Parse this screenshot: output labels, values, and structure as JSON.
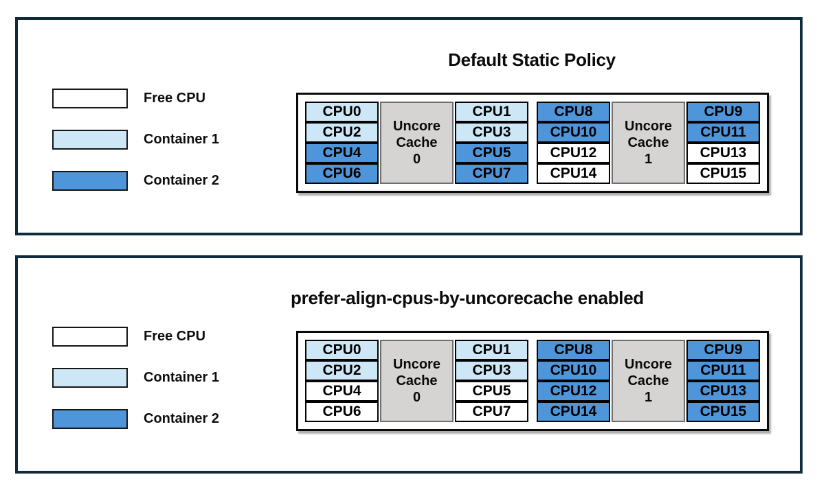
{
  "colors": {
    "free": "#ffffff",
    "container1": "#cee7f6",
    "container2": "#4f95da",
    "uncore": "#d6d3d3",
    "panel_border": "#0f2a3a",
    "cell_border": "#030303"
  },
  "legend": {
    "items": [
      {
        "label": "Free CPU",
        "state": "free"
      },
      {
        "label": "Container 1",
        "state": "container1"
      },
      {
        "label": "Container 2",
        "state": "container2"
      }
    ]
  },
  "panels": [
    {
      "title": "Default Static Policy",
      "groups": [
        {
          "uncore_lines": [
            "Uncore",
            "Cache",
            "0"
          ],
          "left": [
            {
              "label": "CPU0",
              "state": "container1"
            },
            {
              "label": "CPU2",
              "state": "container1"
            },
            {
              "label": "CPU4",
              "state": "container2"
            },
            {
              "label": "CPU6",
              "state": "container2"
            }
          ],
          "right": [
            {
              "label": "CPU1",
              "state": "container1"
            },
            {
              "label": "CPU3",
              "state": "container1"
            },
            {
              "label": "CPU5",
              "state": "container2"
            },
            {
              "label": "CPU7",
              "state": "container2"
            }
          ]
        },
        {
          "uncore_lines": [
            "Uncore",
            "Cache",
            "1"
          ],
          "left": [
            {
              "label": "CPU8",
              "state": "container2"
            },
            {
              "label": "CPU10",
              "state": "container2"
            },
            {
              "label": "CPU12",
              "state": "free"
            },
            {
              "label": "CPU14",
              "state": "free"
            }
          ],
          "right": [
            {
              "label": "CPU9",
              "state": "container2"
            },
            {
              "label": "CPU11",
              "state": "container2"
            },
            {
              "label": "CPU13",
              "state": "free"
            },
            {
              "label": "CPU15",
              "state": "free"
            }
          ]
        }
      ]
    },
    {
      "title": "prefer-align-cpus-by-uncorecache enabled",
      "groups": [
        {
          "uncore_lines": [
            "Uncore",
            "Cache",
            "0"
          ],
          "left": [
            {
              "label": "CPU0",
              "state": "container1"
            },
            {
              "label": "CPU2",
              "state": "container1"
            },
            {
              "label": "CPU4",
              "state": "free"
            },
            {
              "label": "CPU6",
              "state": "free"
            }
          ],
          "right": [
            {
              "label": "CPU1",
              "state": "container1"
            },
            {
              "label": "CPU3",
              "state": "container1"
            },
            {
              "label": "CPU5",
              "state": "free"
            },
            {
              "label": "CPU7",
              "state": "free"
            }
          ]
        },
        {
          "uncore_lines": [
            "Uncore",
            "Cache",
            "1"
          ],
          "left": [
            {
              "label": "CPU8",
              "state": "container2"
            },
            {
              "label": "CPU10",
              "state": "container2"
            },
            {
              "label": "CPU12",
              "state": "container2"
            },
            {
              "label": "CPU14",
              "state": "container2"
            }
          ],
          "right": [
            {
              "label": "CPU9",
              "state": "container2"
            },
            {
              "label": "CPU11",
              "state": "container2"
            },
            {
              "label": "CPU13",
              "state": "container2"
            },
            {
              "label": "CPU15",
              "state": "container2"
            }
          ]
        }
      ]
    }
  ]
}
